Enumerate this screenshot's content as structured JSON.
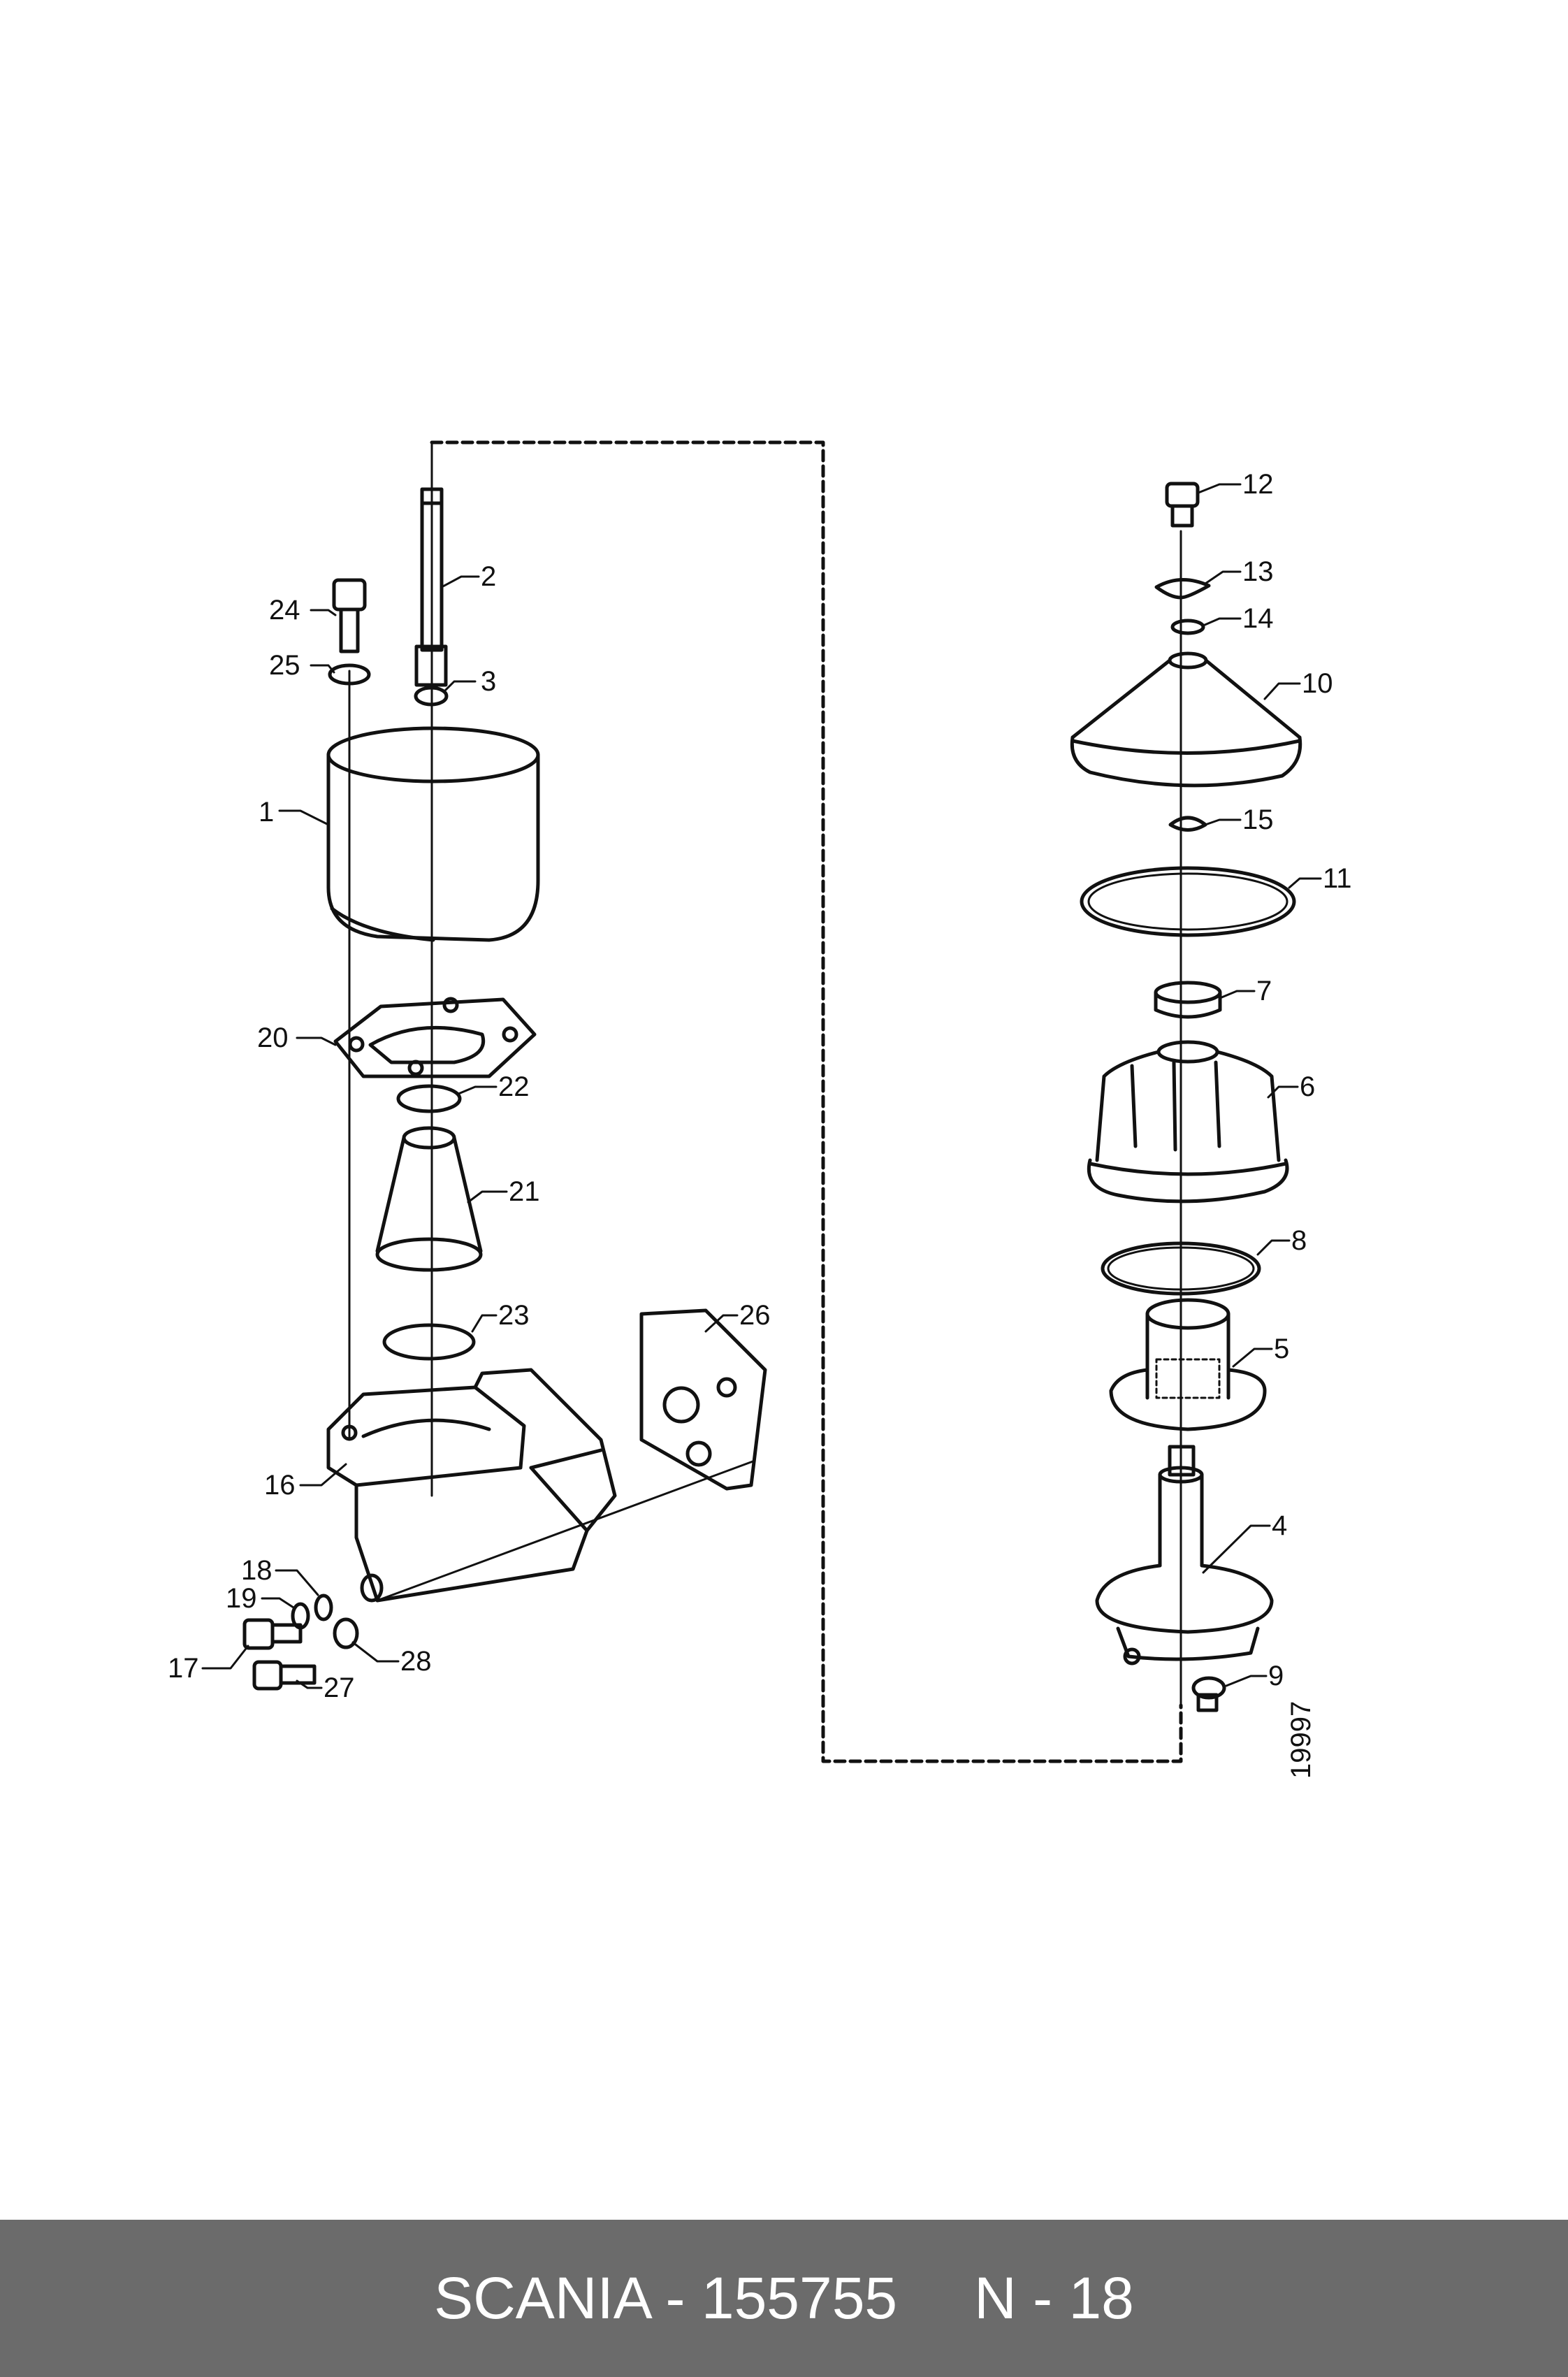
{
  "drawing": {
    "reference_number": "19997",
    "callouts": {
      "c1": "1",
      "c2": "2",
      "c3": "3",
      "c4": "4",
      "c5": "5",
      "c6": "6",
      "c7": "7",
      "c8": "8",
      "c9": "9",
      "c10": "10",
      "c11": "11",
      "c12": "12",
      "c13": "13",
      "c14": "14",
      "c15": "15",
      "c16": "16",
      "c17": "17",
      "c18": "18",
      "c19": "19",
      "c20": "20",
      "c21": "21",
      "c22": "22",
      "c23": "23",
      "c24": "24",
      "c25": "25",
      "c26": "26",
      "c27": "27",
      "c28": "28"
    }
  },
  "footer": {
    "part_label": "SCANIA - 155755",
    "page_label": "N - 18",
    "background_color": "#6b6b6b"
  }
}
